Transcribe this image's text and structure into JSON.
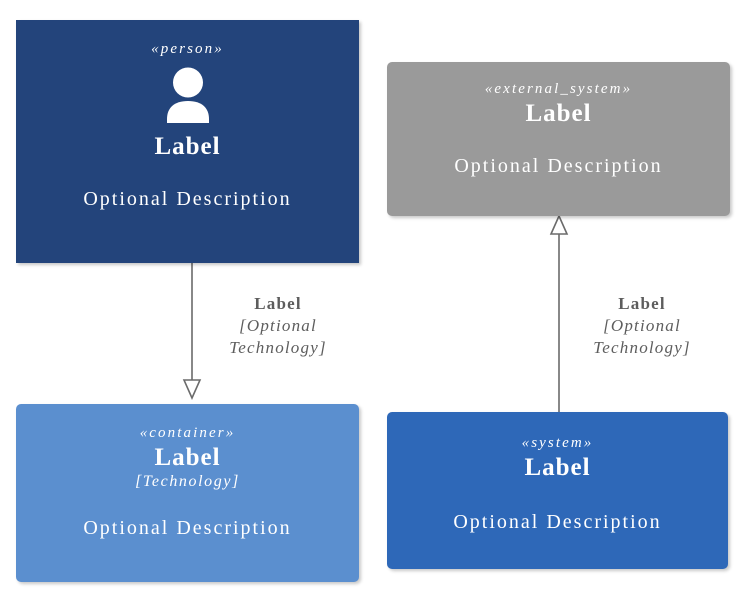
{
  "diagram": {
    "type": "c4-uml-component-diagram",
    "background": "#FFFFFF",
    "colors": {
      "person": "#23447B",
      "external_system": "#9A9A9A",
      "container": "#5B8FCF",
      "system": "#2E68B8",
      "edge": "#6B6B6B",
      "edge_text": "#5D5D5D",
      "node_text": "#FFFFFF"
    }
  },
  "nodes": {
    "person": {
      "stereotype": "«person»",
      "icon": "person-icon",
      "label": "Label",
      "description": "Optional Description"
    },
    "external_system": {
      "stereotype": "«external_system»",
      "label": "Label",
      "description": "Optional Description"
    },
    "container": {
      "stereotype": "«container»",
      "label": "Label",
      "technology": "[Technology]",
      "description": "Optional Description"
    },
    "system": {
      "stereotype": "«system»",
      "label": "Label",
      "description": "Optional Description"
    }
  },
  "edges": {
    "person_to_container": {
      "from": "person",
      "to": "container",
      "direction": "down",
      "arrowhead": "hollow-triangle",
      "label": "Label",
      "technology_line1": "[Optional",
      "technology_line2": "Technology]"
    },
    "system_to_external_system": {
      "from": "system",
      "to": "external_system",
      "direction": "up",
      "arrowhead": "hollow-triangle",
      "label": "Label",
      "technology_line1": "[Optional",
      "technology_line2": "Technology]"
    }
  }
}
